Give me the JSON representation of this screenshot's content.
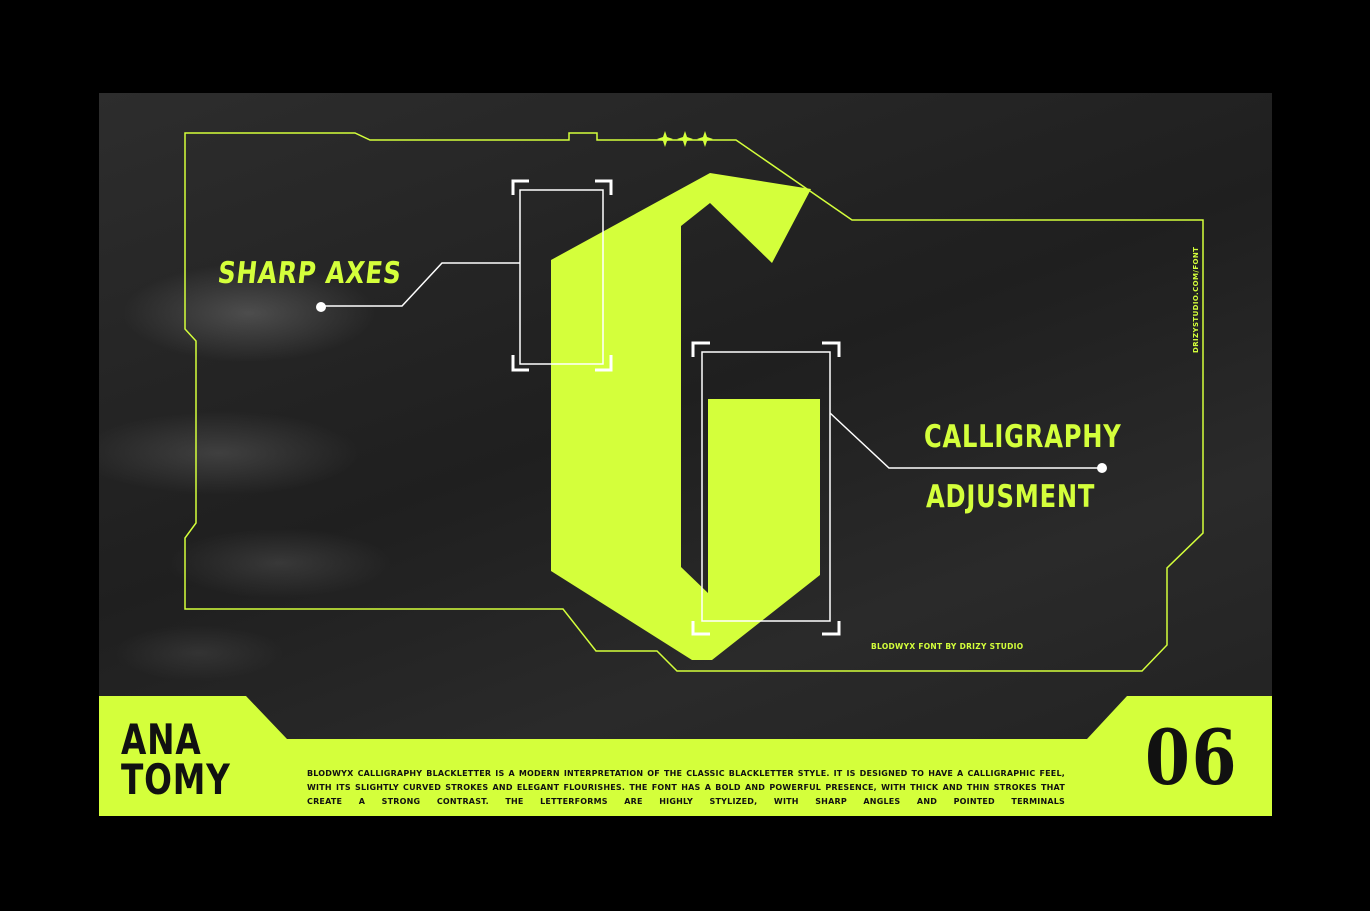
{
  "poster": {
    "label_sharp_axes": "SHARP AXES",
    "label_calligraphy": "CALLIGRAPHY",
    "label_adjustment": "ADJUSMENT",
    "credit": "BLODWYX FONT BY DRIZY STUDIO",
    "url": "DRIZYSTUDIO.COM/FONT",
    "anatomy_line1": "ANA",
    "anatomy_line2": "TOMY",
    "number": "06",
    "description": "BLODWYX CALLIGRAPHY BLACKLETTER IS A MODERN INTERPRETATION OF THE CLASSIC BLACKLETTER STYLE. IT IS DESIGNED TO HAVE A CALLIGRAPHIC FEEL, WITH ITS SLIGHTLY CURVED STROKES AND ELEGANT FLOURISHES. THE FONT HAS A BOLD AND POWERFUL PRESENCE, WITH THICK AND THIN STROKES THAT CREATE A STRONG CONTRAST. THE LETTERFORMS ARE HIGHLY STYLIZED, WITH SHARP ANGLES AND POINTED TERMINALS",
    "glyph_icon": "letter-g-glyph",
    "ornament_icon": "three-star-ornament"
  },
  "colors": {
    "accent": "#d4ff3b",
    "background": "#262626",
    "frame": "#000000",
    "dark_text": "#111111",
    "annotation_line": "#ffffff"
  }
}
